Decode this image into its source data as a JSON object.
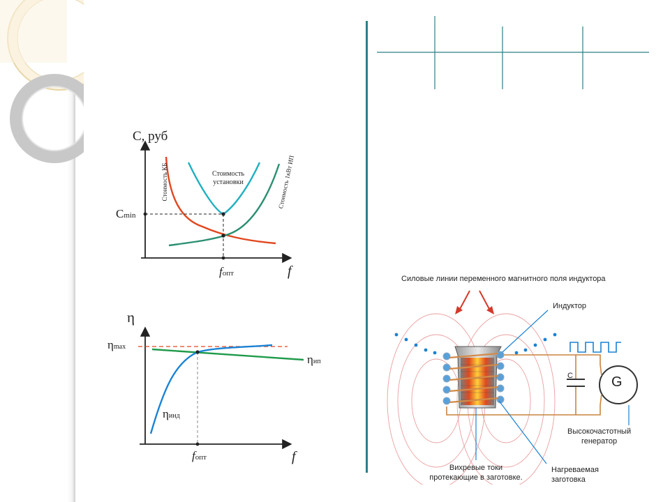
{
  "colors": {
    "accent_teal": "#2e7f86",
    "red_curve": "#e2461e",
    "cyan_curve": "#1fb0c0",
    "green_curve": "#2a8f72",
    "eta_blue": "#1a82d4",
    "eta_green": "#1f9a4a",
    "coil_copper": "#d18a4a",
    "field_lines": "#e9a0a0"
  },
  "cost_chart": {
    "ylabel": "C, руб",
    "ymin_label_main": "C",
    "ymin_label_sub": "min",
    "xlabel": "f",
    "xopt_main": "f",
    "xopt_sub": "опт",
    "curve_red_label": "Стоимость КБ",
    "curve_cyan_label_1": "Стоимость",
    "curve_cyan_label_2": "установки",
    "curve_green_label": "Стоимость 1кВт ИП"
  },
  "eff_chart": {
    "ylabel": "η",
    "ymax_main": "η",
    "ymax_sub": "max",
    "xlabel": "f",
    "xopt_main": "f",
    "xopt_sub": "опт",
    "ip_main": "η",
    "ip_sub": "ип",
    "ind_main": "η",
    "ind_sub": "инд"
  },
  "induction_diagram": {
    "title": "Силовые линии переменного магнитного поля индуктора",
    "inductor": "Индуктор",
    "capacitor": "C",
    "generator_symbol": "G",
    "generator_1": "Высокочастотный",
    "generator_2": "генератор",
    "eddy_1": "Вихревые токи",
    "eddy_2": "протекающие в заготовке.",
    "workpiece_1": "Нагреваемая",
    "workpiece_2": "заготовка"
  }
}
